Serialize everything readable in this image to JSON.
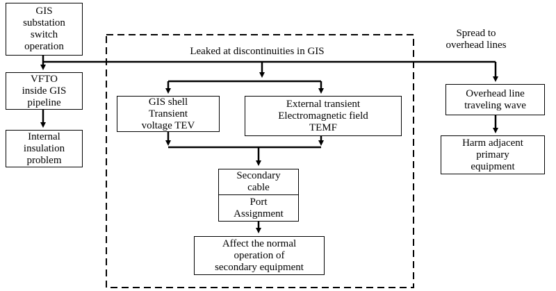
{
  "nodes": {
    "gis_switch": {
      "lines": [
        "GIS",
        "substation",
        "switch",
        "operation"
      ]
    },
    "vfto": {
      "lines": [
        "VFTO",
        "inside GIS",
        "pipeline"
      ]
    },
    "internal": {
      "lines": [
        "Internal",
        "insulation",
        "problem"
      ]
    },
    "tev": {
      "lines": [
        "GIS shell",
        "Transient",
        "voltage TEV"
      ]
    },
    "temf": {
      "lines": [
        "External transient",
        "Electromagnetic field",
        "TEMF"
      ]
    },
    "secondary_cable": {
      "lines": [
        "Secondary",
        "cable"
      ]
    },
    "port": {
      "lines": [
        "Port",
        "Assignment"
      ]
    },
    "affect": {
      "lines": [
        "Affect the normal",
        "operation of",
        "secondary equipment"
      ]
    },
    "overhead": {
      "lines": [
        "Overhead line",
        "traveling wave"
      ]
    },
    "harm": {
      "lines": [
        "Harm adjacent",
        "primary",
        "equipment"
      ]
    }
  },
  "labels": {
    "leaked": "Leaked at discontinuities in GIS",
    "spread": [
      "Spread to",
      "overhead lines"
    ]
  },
  "colors": {
    "line": "#000000",
    "background": "#ffffff"
  }
}
